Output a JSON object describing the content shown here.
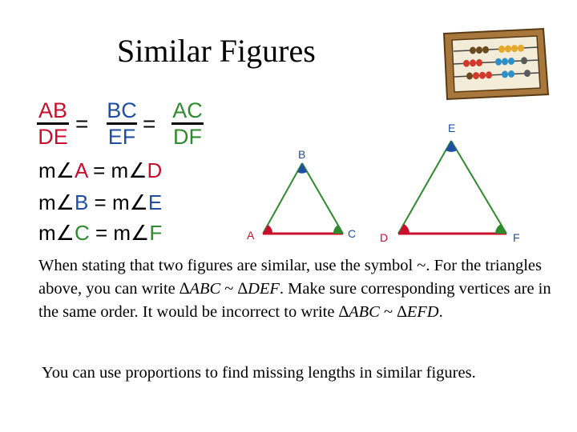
{
  "title": "Similar Figures",
  "ratios": {
    "r1": {
      "num": "AB",
      "den": "DE"
    },
    "r2": {
      "num": "BC",
      "den": "EF"
    },
    "r3": {
      "num": "AC",
      "den": "DF"
    },
    "eq": "="
  },
  "angles": [
    {
      "left_m": "m∠",
      "left_v": "A",
      "eq": " = ",
      "right_m": "m∠",
      "right_v": "D"
    },
    {
      "left_m": "m∠",
      "left_v": "B",
      "eq": " = ",
      "right_m": "m∠",
      "right_v": "E"
    },
    {
      "left_m": "m∠",
      "left_v": "C",
      "eq": " = ",
      "right_m": "m∠",
      "right_v": "F"
    }
  ],
  "figure": {
    "labels": {
      "A": "A",
      "B": "B",
      "C": "C",
      "D": "D",
      "E": "E",
      "F": "F"
    },
    "colors": {
      "AB": "#2e8b2e",
      "BC": "#2e8b2e",
      "AC": "#c8102e",
      "angleA": "#c8102e",
      "angleB": "#1f4fa3",
      "angleC": "#2e8b2e",
      "label": "#1f4fa3",
      "labelRed": "#c8102e"
    }
  },
  "paragraph": {
    "p1": "When stating that two figures are similar, use the symbol ~. For the triangles above, you can write ",
    "delta": "∆",
    "abc": "ABC",
    "tilde": " ~ ",
    "def": "DEF",
    "p2": ". Make sure corresponding vertices are in the same order. It would be incorrect to write ",
    "abc2": "ABC",
    "tilde2": " ~ ",
    "efd": "EFD",
    "p3": "."
  },
  "paragraph2": "You can use proportions to find missing lengths in similar figures."
}
